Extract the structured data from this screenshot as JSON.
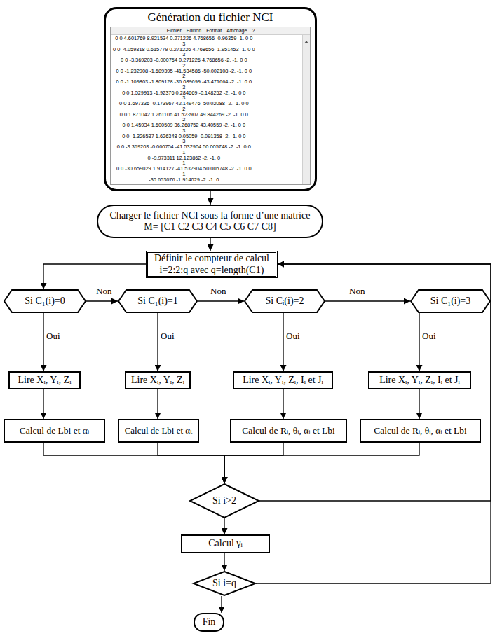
{
  "diagram": {
    "nodes": [
      {
        "text": [
          "Génération du fichier NCI"
        ]
      },
      {
        "text": [
          "Charger le fichier NCI sous la forme d’une matrice M= [C1 C2 C3 C4 C5 C6 C7 C8]"
        ]
      },
      {
        "text": [
          "Définir le compteur de calcul i=2:2:q avec q=length(C1)"
        ]
      },
      {
        "text": [
          "Si C₁(i)=0"
        ]
      },
      {
        "text": [
          "Si C₁(i)=1"
        ]
      },
      {
        "text": [
          "Si Cᵢ(i)=2"
        ]
      },
      {
        "text": [
          "Si C₁(i)=3"
        ]
      },
      {
        "text": [
          "Lire Xᵢ, Yᵢ, Zᵢ"
        ]
      },
      {
        "text": [
          "Lire Xᵢ, Yᵢ, Zᵢ"
        ]
      },
      {
        "text": [
          "Lire Xᵢ, Yᵢ, Zᵢ, Iᵢ et Jᵢ"
        ]
      },
      {
        "text": [
          "Lire Xᵢ, Yᵢ, Zᵢ, Iᵢ et Jᵢ"
        ]
      },
      {
        "text": [
          "Calcul de Lbi et αᵢ"
        ]
      },
      {
        "text": [
          "Calcul de Lbi et αₜ"
        ]
      },
      {
        "text": [
          "Calcul de Rᵢ, θᵢ, αᵢ et Lbi"
        ]
      },
      {
        "text": [
          "Calcul de Rᵢ, θᵢ, αᵢ et Lbi"
        ]
      },
      {
        "text": [
          "Si i>2"
        ]
      },
      {
        "text": [
          "Calcul γᵢ"
        ]
      },
      {
        "text": [
          "Si i=q"
        ]
      },
      {
        "text": [
          "Fin"
        ]
      }
    ],
    "edges": [
      {
        "from": 0,
        "to": 1,
        "arrow": "to"
      },
      {
        "from": 1,
        "to": 2,
        "arrow": "to"
      },
      {
        "from": 2,
        "to": 3,
        "arrow": "to"
      },
      {
        "from": 3,
        "to": 4,
        "label": "Non",
        "arrow": "to"
      },
      {
        "from": 4,
        "to": 5,
        "label": "Non",
        "arrow": "to"
      },
      {
        "from": 5,
        "to": 6,
        "label": "Non",
        "arrow": "to"
      },
      {
        "from": 3,
        "to": 7,
        "label": "Oui",
        "arrow": "to"
      },
      {
        "from": 4,
        "to": 8,
        "label": "Oui",
        "arrow": "to"
      },
      {
        "from": 5,
        "to": 9,
        "label": "Oui",
        "arrow": "to"
      },
      {
        "from": 6,
        "to": 10,
        "label": "Oui",
        "arrow": "to"
      },
      {
        "from": 7,
        "to": 11,
        "arrow": "to"
      },
      {
        "from": 8,
        "to": 12,
        "arrow": "to"
      },
      {
        "from": 9,
        "to": 13,
        "arrow": "to"
      },
      {
        "from": 10,
        "to": 14,
        "arrow": "to"
      },
      {
        "from": 11,
        "to": 15,
        "arrow": "to"
      },
      {
        "from": 12,
        "to": 15,
        "arrow": "to"
      },
      {
        "from": 13,
        "to": 15,
        "arrow": "to"
      },
      {
        "from": 14,
        "to": 15,
        "arrow": "to"
      },
      {
        "from": 15,
        "to": 16,
        "arrow": "to"
      },
      {
        "from": 16,
        "to": 17,
        "arrow": "to"
      },
      {
        "from": 17,
        "to": 18,
        "arrow": "to"
      },
      {
        "from": 15,
        "to": 2,
        "arrow": "to"
      },
      {
        "from": 17,
        "to": 2,
        "arrow": "to"
      }
    ],
    "labels": [
      "Fichier",
      "Edition",
      "Format",
      "Affichage",
      "?",
      "0 0 4.601769 8.921534 0.271226 4.768656 -0.96359 -1. 0 0",
      "3",
      "0 0 -4.059318 0.615779 0.271226 4.768656 -1.951453 -1. 0 0",
      "3",
      "0 0 -3.369203 -0.000754 0.271226 4.768656 -2. -1. 0 0",
      "2",
      "0 0 -1.232908 -1.689395 -41.534586 -50.002108 -2. -1. 0 0",
      "2",
      "0 0 -1.109803 -1.809128 -36.089699 -43.471664 -2. -1. 0 0",
      "3",
      "0 0 1.529913 -1.92376 0.284669 -0.148252 -2. -1. 0 0",
      "3",
      "0 0 1.697336 -0.173967 42.149476 -50.02088 -2. -1. 0 0",
      "2",
      "0 0 1.871042 1.261106 41.523907 49.844269 -2. -1. 0 0",
      "2",
      "0 0 1.45934 1.600509 36.268752 43.40559 -2. -1. 0 0",
      "3",
      "0 0 -1.326537 1.626348 0.05059 -0.091358 -2. -1. 0 0",
      "3",
      "0 0 -3.369203 -0.000754 -41.532904 50.005748 -2. -1. 0 0",
      "1",
      "0 -9.973311 12.123862 -2. -1. 0",
      "1",
      "0 0 -30.659029 1.914127 -41.532904 50.005748 -2. -1. 0 0",
      "1",
      "-30.653076 -1.914029 -2. -1. 0"
    ]
  }
}
